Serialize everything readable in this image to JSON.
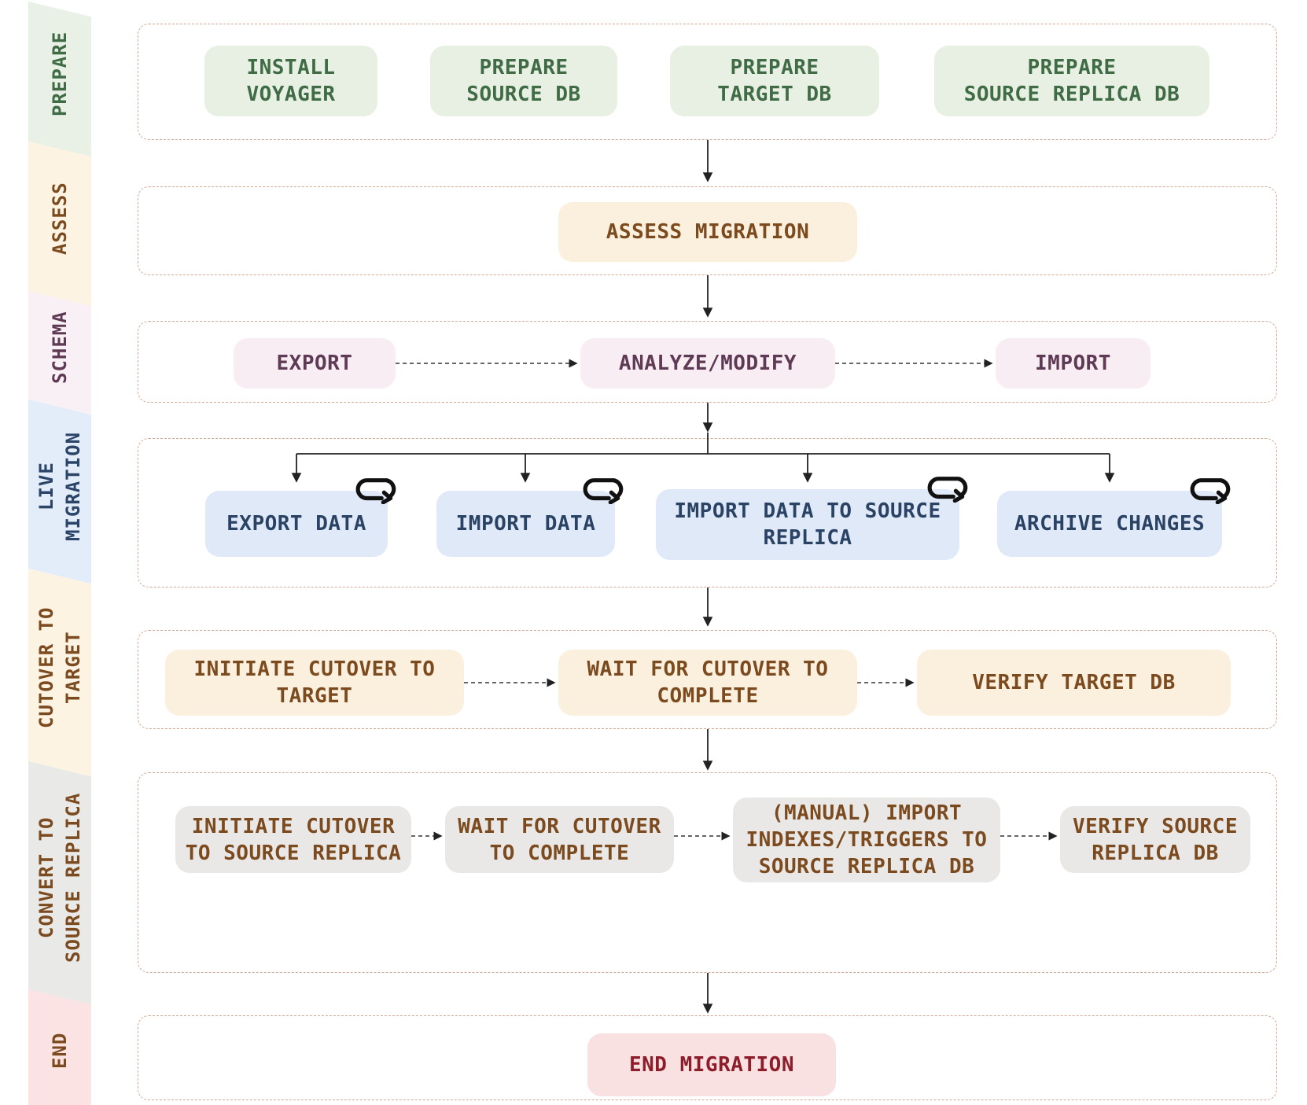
{
  "sidebar": {
    "phases": [
      {
        "label": "PREPARE",
        "band_color": "#e9f1e6",
        "text_color": "#3f6b45"
      },
      {
        "label": "ASSESS",
        "band_color": "#fcf3e3",
        "text_color": "#7b4a1e"
      },
      {
        "label": "SCHEMA",
        "band_color": "#f8f0f4",
        "text_color": "#5f3a55"
      },
      {
        "label": "LIVE\nMIGRATION",
        "band_color": "#e3edf9",
        "text_color": "#2b4568"
      },
      {
        "label": "CUTOVER TO\nTARGET",
        "band_color": "#fcf3e3",
        "text_color": "#7b4a1e"
      },
      {
        "label": "CONVERT TO\nSOURCE REPLICA",
        "band_color": "#e9e9e7",
        "text_color": "#7b4a1e"
      },
      {
        "label": "END",
        "band_color": "#fbe3e3",
        "text_color": "#7b4a1e"
      }
    ]
  },
  "lanes": [
    {
      "phase": "PREPARE",
      "nodes": [
        {
          "label": "INSTALL\nVOYAGER"
        },
        {
          "label": "PREPARE\nSOURCE DB"
        },
        {
          "label": "PREPARE\nTARGET DB"
        },
        {
          "label": "PREPARE\nSOURCE REPLICA DB"
        }
      ]
    },
    {
      "phase": "ASSESS",
      "nodes": [
        {
          "label": "ASSESS MIGRATION"
        }
      ]
    },
    {
      "phase": "SCHEMA",
      "nodes": [
        {
          "label": "EXPORT"
        },
        {
          "label": "ANALYZE/MODIFY"
        },
        {
          "label": "IMPORT"
        }
      ]
    },
    {
      "phase": "LIVE MIGRATION",
      "nodes": [
        {
          "label": "EXPORT DATA",
          "loop_icon": true
        },
        {
          "label": "IMPORT DATA",
          "loop_icon": true
        },
        {
          "label": "IMPORT DATA TO SOURCE\nREPLICA",
          "loop_icon": true
        },
        {
          "label": "ARCHIVE CHANGES",
          "loop_icon": true
        }
      ]
    },
    {
      "phase": "CUTOVER TO TARGET",
      "nodes": [
        {
          "label": "INITIATE CUTOVER TO\nTARGET"
        },
        {
          "label": "WAIT FOR CUTOVER TO\nCOMPLETE"
        },
        {
          "label": "VERIFY TARGET DB"
        }
      ]
    },
    {
      "phase": "CONVERT TO SOURCE REPLICA",
      "nodes": [
        {
          "label": "INITIATE CUTOVER\nTO SOURCE REPLICA"
        },
        {
          "label": "WAIT FOR CUTOVER\nTO COMPLETE"
        },
        {
          "label": "(MANUAL) IMPORT\nINDEXES/TRIGGERS TO\nSOURCE REPLICA DB"
        },
        {
          "label": "VERIFY SOURCE\nREPLICA DB"
        }
      ]
    },
    {
      "phase": "END",
      "nodes": [
        {
          "label": "END MIGRATION"
        }
      ]
    }
  ],
  "icons": {
    "loop": "repeat-loop-arrow"
  },
  "palette": {
    "lane_border": "#cfa895",
    "arrow": "#222222",
    "node_green_bg": "#e7f0e3",
    "node_green_text": "#3f6b45",
    "node_cream_bg": "#fbf0de",
    "node_cream_text": "#7b4a1e",
    "node_pink_bg": "#f7edf2",
    "node_pink_text": "#5f3a55",
    "node_blue_bg": "#dfe9f7",
    "node_blue_text": "#2a4365",
    "node_gray_bg": "#eae8e6",
    "node_gray_text": "#7b4a1e",
    "node_red_bg": "#fae1e1",
    "node_red_text": "#8e1d2c"
  }
}
